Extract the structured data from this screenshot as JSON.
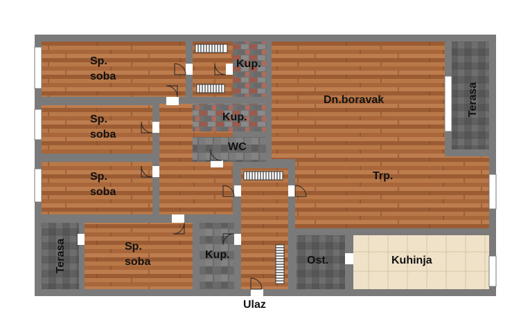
{
  "plan": {
    "rooms": {
      "bedroom_1": {
        "line1": "Sp.",
        "line2": "soba"
      },
      "bedroom_2": {
        "line1": "Sp.",
        "line2": "soba"
      },
      "bedroom_3": {
        "line1": "Sp.",
        "line2": "soba"
      },
      "bedroom_4": {
        "line1": "Sp.",
        "line2": "soba"
      },
      "bathroom_1": "Kup.",
      "bathroom_2": "Kup.",
      "bathroom_3": "Kup.",
      "wc": "WC",
      "living_room": "Dn.boravak",
      "dining": "Trp.",
      "terrace_right": "Terasa",
      "terrace_left": "Terasa",
      "storage": "Ost.",
      "kitchen": "Kuhinja"
    },
    "entrance": "Ulaz",
    "colors": {
      "wall": "#7a7a7a",
      "wood_light": "#b8784a",
      "wood_dark": "#8e5530",
      "tile_dark": "#5a5a5a",
      "tile_cream": "#efe2c8"
    }
  }
}
